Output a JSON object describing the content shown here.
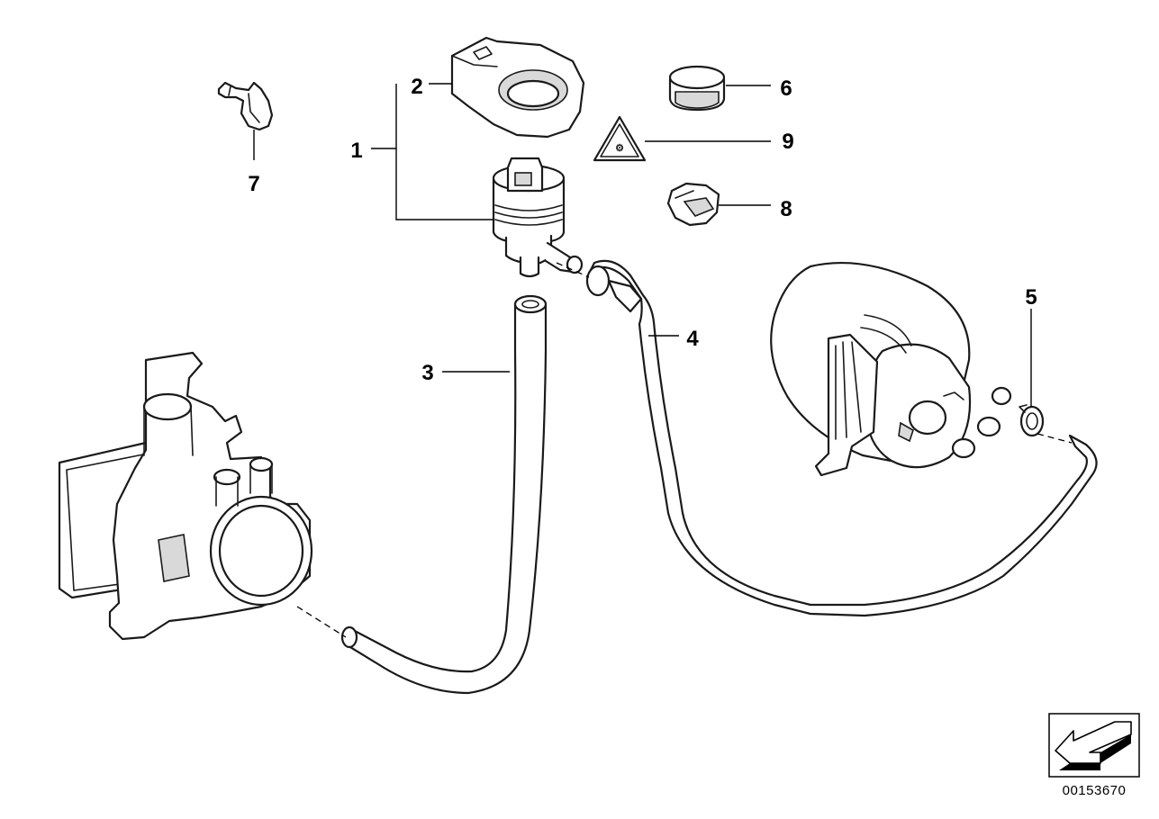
{
  "diagram": {
    "callouts": {
      "c1": "1",
      "c2": "2",
      "c3": "3",
      "c4": "4",
      "c5": "5",
      "c6": "6",
      "c7": "7",
      "c8": "8",
      "c9": "9"
    },
    "document_number": "00153670",
    "icons": [
      "nav-arrow-icon",
      "warning-triangle-icon"
    ]
  }
}
